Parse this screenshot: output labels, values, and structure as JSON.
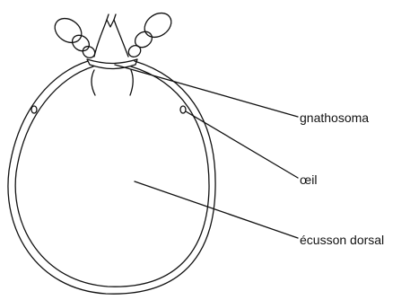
{
  "diagram": {
    "labels": {
      "gnathosoma": "gnathosoma",
      "eye": "œil",
      "dorsal_shield": "écusson dorsal"
    },
    "colors": {
      "stroke": "#111111",
      "background": "#ffffff"
    }
  }
}
